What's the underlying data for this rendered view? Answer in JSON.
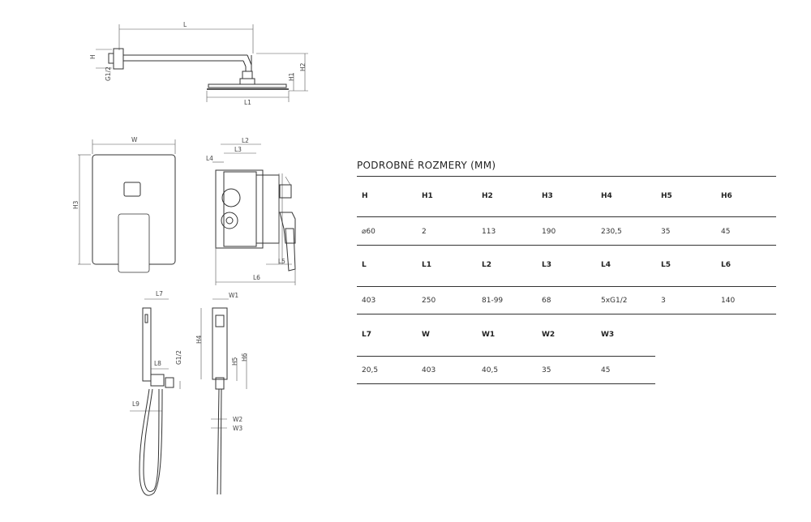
{
  "section_title": "PODROBNÉ ROZMERY (MM)",
  "table": {
    "rows": [
      {
        "headers": [
          "H",
          "H1",
          "H2",
          "H3",
          "H4",
          "H5",
          "H6"
        ],
        "values": [
          "⌀60",
          "2",
          "113",
          "190",
          "230,5",
          "35",
          "45"
        ]
      },
      {
        "headers": [
          "L",
          "L1",
          "L2",
          "L3",
          "L4",
          "L5",
          "L6"
        ],
        "values": [
          "403",
          "250",
          "81-99",
          "68",
          "5xG1/2",
          "3",
          "140"
        ]
      },
      {
        "headers": [
          "L7",
          "W",
          "W1",
          "W2",
          "W3"
        ],
        "values": [
          "20,5",
          "403",
          "40,5",
          "35",
          "45"
        ]
      }
    ]
  },
  "drawing_labels": {
    "shower_head": {
      "L": "L",
      "H": "H",
      "G": "G1/2",
      "H1": "H1",
      "H2": "H2",
      "L1": "L1"
    },
    "front_plate": {
      "W": "W",
      "H3": "H3"
    },
    "side_box": {
      "L2": "L2",
      "L3": "L3",
      "L4": "L4",
      "L5": "L5",
      "L6": "L6"
    },
    "hand_shower_side": {
      "L7": "L7",
      "L8": "L8",
      "G": "G1/2",
      "L9": "L9"
    },
    "hand_shower_front": {
      "W1": "W1",
      "H4": "H4",
      "H5": "H5",
      "H6": "H6",
      "W2": "W2",
      "W3": "W3"
    }
  }
}
